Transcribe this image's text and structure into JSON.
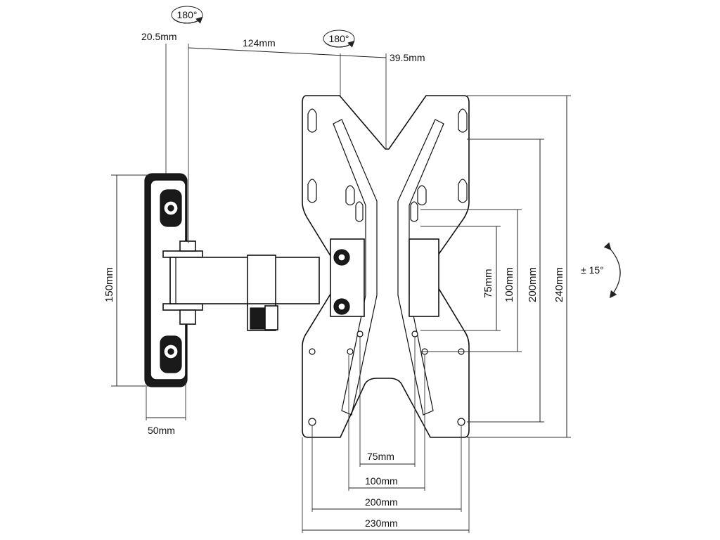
{
  "dimensions": {
    "arm_offset": "20.5mm",
    "arm_length": "124mm",
    "plate_offset": "39.5mm",
    "wall_plate_height": "150mm",
    "wall_plate_width": "50mm",
    "vesa_v_75": "75mm",
    "vesa_v_100": "100mm",
    "vesa_v_200": "200mm",
    "plate_height": "240mm",
    "vesa_h_75": "75mm",
    "vesa_h_100": "100mm",
    "vesa_h_200": "200mm",
    "plate_width": "230mm"
  },
  "rotation": {
    "wall_swivel": "180°",
    "arm_swivel": "180°",
    "tilt": "± 15°"
  }
}
